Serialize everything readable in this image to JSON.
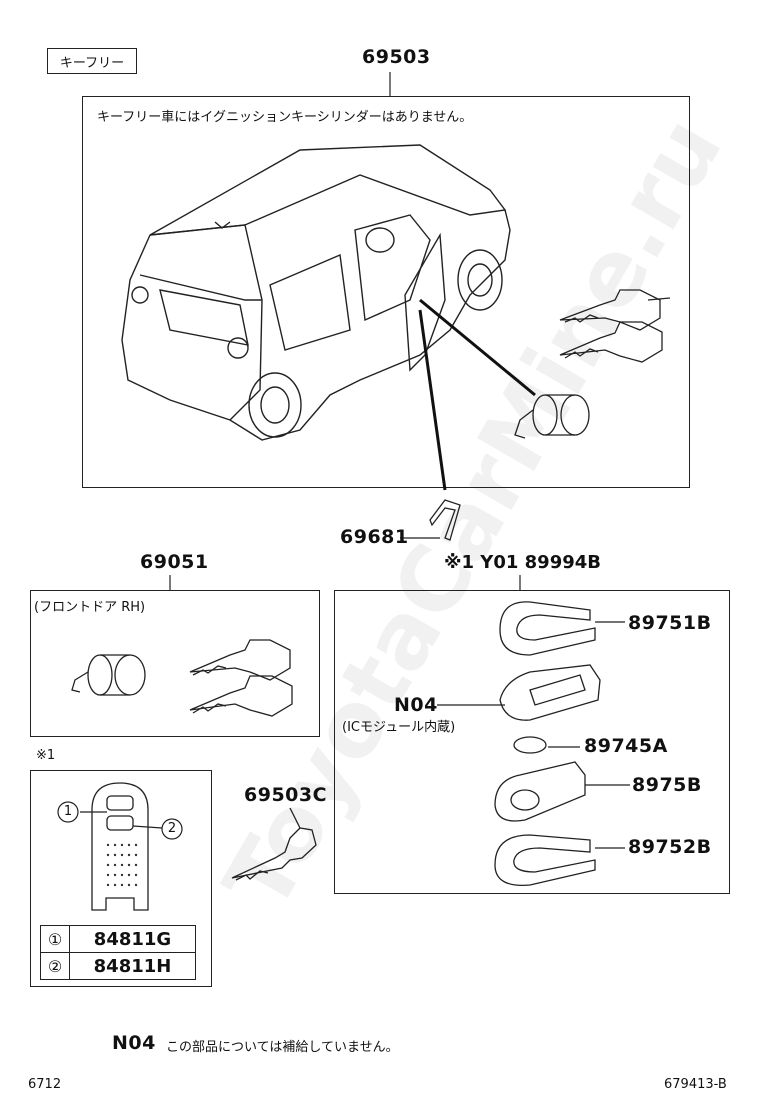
{
  "tag_label": "キーフリー",
  "main_part": "69503",
  "main_note": "キーフリー車にはイグニッションキーシリンダーはありません。",
  "part_69681": "69681",
  "part_69051": "69051",
  "door_note": "(フロントドア RH)",
  "kit_header": "※1 Y01 89994B",
  "part_89751B": "89751B",
  "part_N04": "N04",
  "n04_note": "(ICモジュール内蔵)",
  "part_89745A": "89745A",
  "part_8975B": "8975B",
  "part_89752B": "89752B",
  "mark_1": "※1",
  "part_69503C": "69503C",
  "callout_1": "1",
  "callout_2": "2",
  "table": [
    {
      "num": "①",
      "part": "84811G"
    },
    {
      "num": "②",
      "part": "84811H"
    }
  ],
  "footer_code": "N04",
  "footer_note": "この部品については補給していません。",
  "page_left": "6712",
  "page_right": "679413-B",
  "watermark": "ToyotaCarMine.ru"
}
